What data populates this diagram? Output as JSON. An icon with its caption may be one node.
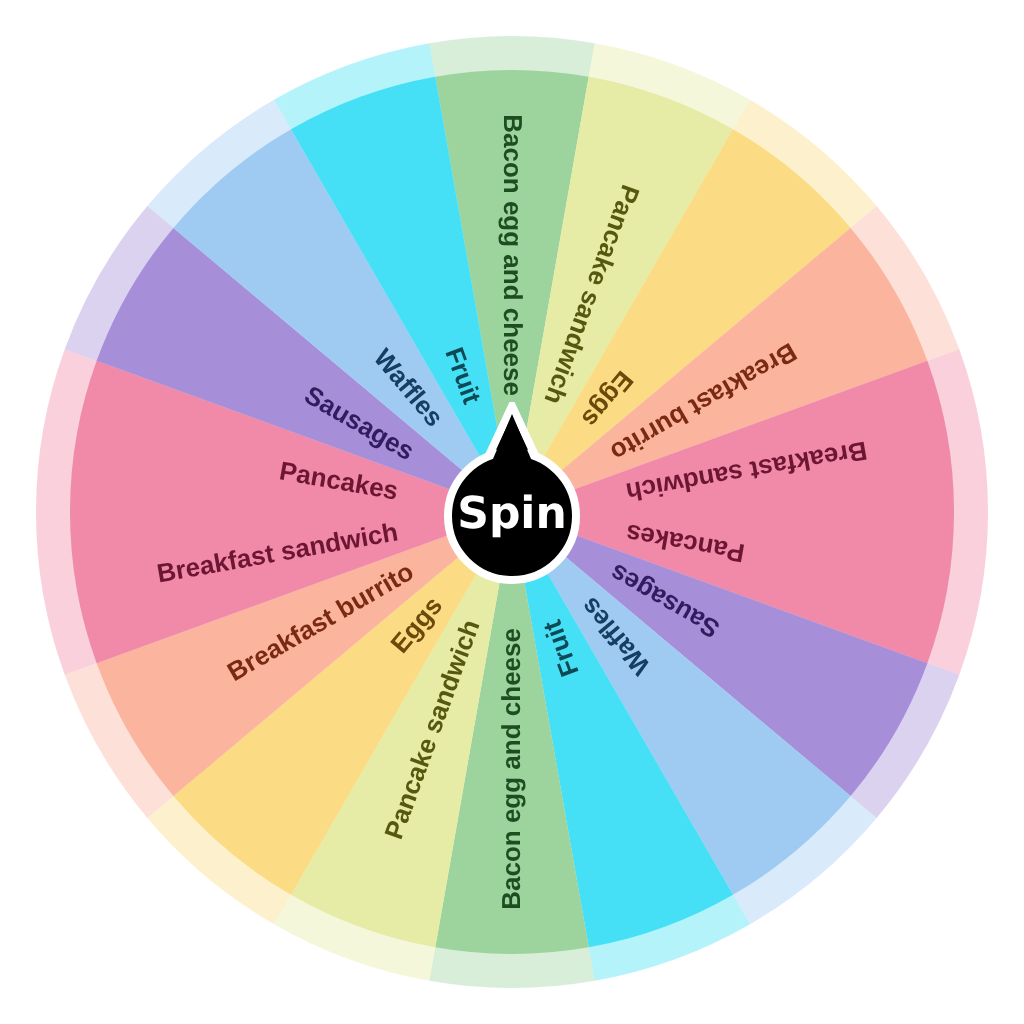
{
  "diagram": {
    "nodes": [
      {
        "text": [
          "Bacon egg and cheese"
        ]
      },
      {
        "text": [
          "Pancake sandwich"
        ]
      },
      {
        "text": [
          "Eggs"
        ]
      },
      {
        "text": [
          "Breakfast burrito"
        ]
      },
      {
        "text": [
          "Breakfast sandwich"
        ]
      },
      {
        "text": [
          "Pancakes"
        ]
      },
      {
        "text": [
          "Sausages"
        ]
      },
      {
        "text": [
          "Waffles"
        ]
      },
      {
        "text": [
          "Fruit"
        ]
      },
      {
        "text": [
          "Bacon egg and cheese"
        ]
      },
      {
        "text": [
          "Pancake sandwich"
        ]
      },
      {
        "text": [
          "Eggs"
        ]
      },
      {
        "text": [
          "Breakfast burrito"
        ]
      },
      {
        "text": [
          "Breakfast sandwich"
        ]
      },
      {
        "text": [
          "Pancakes"
        ]
      },
      {
        "text": [
          "Sausages"
        ]
      },
      {
        "text": [
          "Waffles"
        ]
      },
      {
        "text": [
          "Fruit"
        ]
      },
      {
        "text": [
          "Spin"
        ]
      }
    ]
  }
}
